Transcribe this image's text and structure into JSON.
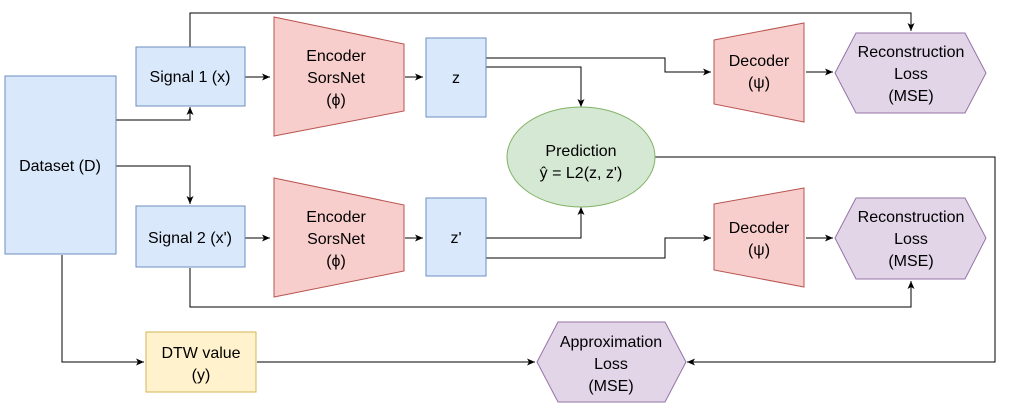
{
  "colors": {
    "blue_fill": "#dae8fc",
    "blue_stroke": "#6c8ebf",
    "red_fill": "#f8cecc",
    "red_stroke": "#b85450",
    "green_fill": "#d5e8d4",
    "green_stroke": "#82b366",
    "yellow_fill": "#fff2cc",
    "yellow_stroke": "#d6b656",
    "purple_fill": "#e1d5e7",
    "purple_stroke": "#9673a6"
  },
  "nodes": {
    "dataset": {
      "line1": "Dataset (D)"
    },
    "signal1": {
      "line1": "Signal 1 (x)"
    },
    "signal2": {
      "line1": "Signal 2 (x')"
    },
    "encoder1": {
      "line1": "Encoder",
      "line2": "SorsNet",
      "line3": "(ϕ)"
    },
    "encoder2": {
      "line1": "Encoder",
      "line2": "SorsNet",
      "line3": "(ϕ)"
    },
    "z1": {
      "line1": "z"
    },
    "z2": {
      "line1": "z'"
    },
    "prediction": {
      "line1": "Prediction",
      "line2": "ŷ = L2(z, z')"
    },
    "decoder1": {
      "line1": "Decoder",
      "line2": "(ψ)"
    },
    "decoder2": {
      "line1": "Decoder",
      "line2": "(ψ)"
    },
    "recon1": {
      "line1": "Reconstruction",
      "line2": "Loss",
      "line3": "(MSE)"
    },
    "recon2": {
      "line1": "Reconstruction",
      "line2": "Loss",
      "line3": "(MSE)"
    },
    "dtw": {
      "line1": "DTW value",
      "line2": "(y)"
    },
    "approx": {
      "line1": "Approximation",
      "line2": "Loss",
      "line3": "(MSE)"
    }
  }
}
